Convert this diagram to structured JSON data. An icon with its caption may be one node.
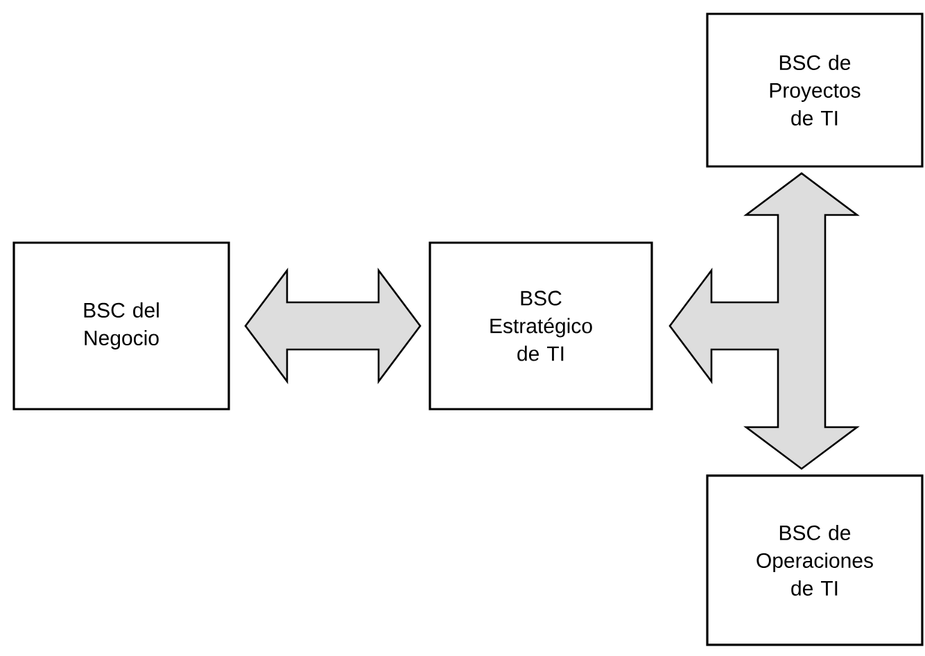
{
  "diagram": {
    "nodes": [
      {
        "text": [
          "BSC del Negocio"
        ]
      },
      {
        "text": [
          "BSC Estratégico de TI"
        ]
      },
      {
        "text": [
          "BSC de Proyectos de TI"
        ]
      },
      {
        "text": [
          "BSC de Operaciones de TI"
        ]
      }
    ],
    "edges": [
      {
        "from": 0,
        "to": 1,
        "arrow": "both"
      },
      {
        "from": 1,
        "to": 2,
        "arrow": "both"
      },
      {
        "from": 1,
        "to": 3,
        "arrow": "both"
      }
    ]
  }
}
